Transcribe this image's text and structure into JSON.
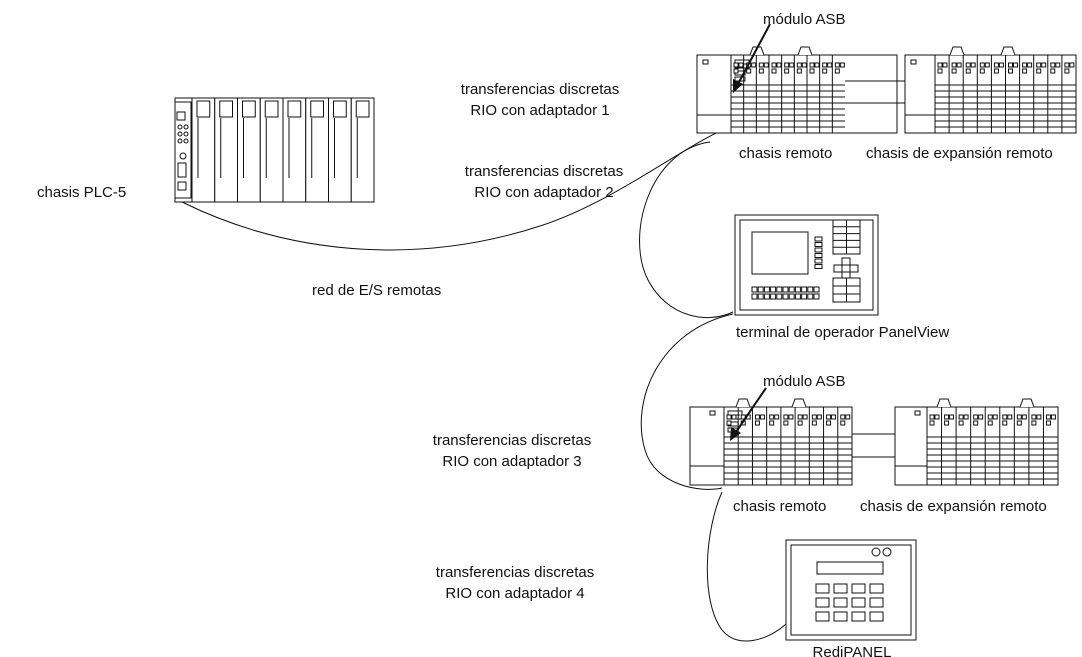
{
  "labels": {
    "plc_chassis": "chasis PLC-5",
    "network": "red de E/S remotas",
    "adapter1_line1": "transferencias discretas",
    "adapter1_line2": "RIO con adaptador 1",
    "adapter2_line1": "transferencias discretas",
    "adapter2_line2": "RIO con adaptador 2",
    "adapter3_line1": "transferencias discretas",
    "adapter3_line2": "RIO con adaptador 3",
    "adapter4_line1": "transferencias discretas",
    "adapter4_line2": "RIO con adaptador 4",
    "asb_module_top": "módulo ASB",
    "asb_module_bottom": "módulo ASB",
    "remote_chassis_top": "chasis remoto",
    "expansion_chassis_top": "chasis de expansión remoto",
    "remote_chassis_bottom": "chasis remoto",
    "expansion_chassis_bottom": "chasis de expansión remoto",
    "panelview": "terminal de operador PanelView",
    "redipanel": "RediPANEL"
  },
  "colors": {
    "line": "#111111",
    "fill": "#ffffff"
  }
}
